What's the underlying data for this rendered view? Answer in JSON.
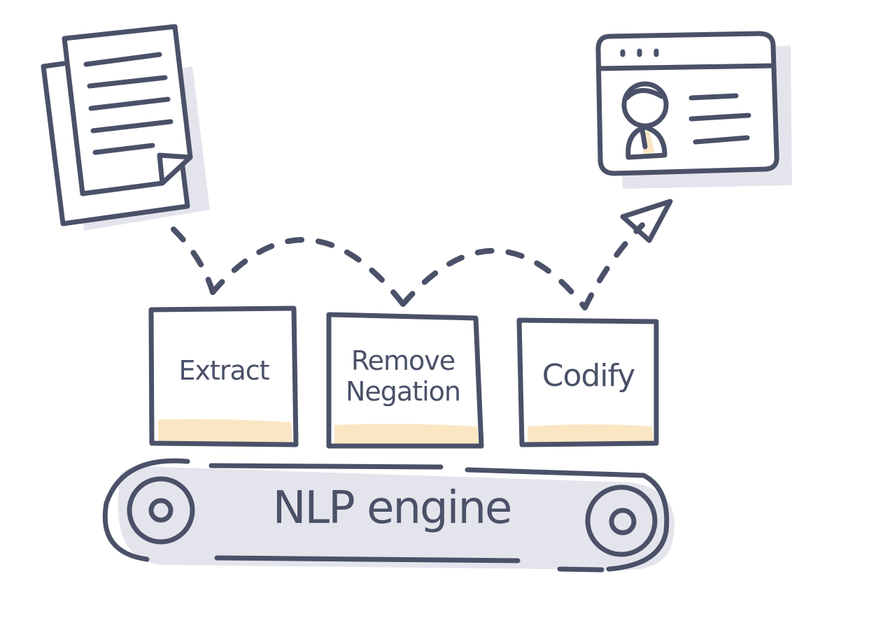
{
  "steps": [
    {
      "label": "Extract"
    },
    {
      "label": "Remove Negation"
    },
    {
      "label": "Codify"
    }
  ],
  "engine": {
    "label": "NLP engine"
  },
  "colors": {
    "ink": "#4a5168",
    "shadow": "#e4e5ec",
    "highlight": "#fae6c3",
    "background": "#ffffff"
  },
  "icons": {
    "input": "document-stack-icon",
    "output": "profile-window-icon",
    "flow": "dashed-arc-arrow"
  }
}
